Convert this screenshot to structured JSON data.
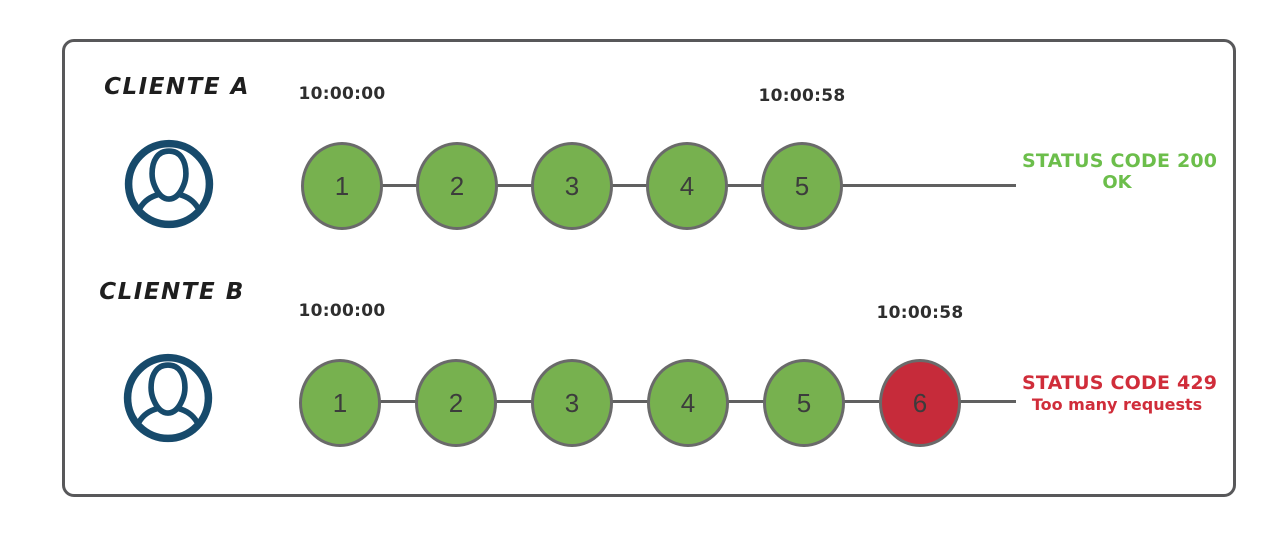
{
  "diagram_title": "rate-limit-clients-diagram",
  "colors": {
    "request_ok_fill": "#77b14f",
    "request_blocked_fill": "#c62b3a",
    "circle_border": "#6a6a6a",
    "connector_line": "#606060",
    "frame_border": "#58585a",
    "status_ok_text": "#6cbe4b",
    "status_error_text": "#d02d3a",
    "avatar_navy": "#174a6b",
    "time_text": "#2e2e2e"
  },
  "rows": [
    {
      "client": "CLIENTE A",
      "start_time": "10:00:00",
      "end_time": "10:00:58",
      "requests": [
        {
          "label": "1",
          "result": "accepted"
        },
        {
          "label": "2",
          "result": "accepted"
        },
        {
          "label": "3",
          "result": "accepted"
        },
        {
          "label": "4",
          "result": "accepted"
        },
        {
          "label": "5",
          "result": "accepted"
        }
      ],
      "status_line1": "STATUS CODE 200",
      "status_line2": "OK",
      "status_type": "success"
    },
    {
      "client": "CLIENTE B",
      "start_time": "10:00:00",
      "end_time": "10:00:58",
      "requests": [
        {
          "label": "1",
          "result": "accepted"
        },
        {
          "label": "2",
          "result": "accepted"
        },
        {
          "label": "3",
          "result": "accepted"
        },
        {
          "label": "4",
          "result": "accepted"
        },
        {
          "label": "5",
          "result": "accepted"
        },
        {
          "label": "6",
          "result": "rejected"
        }
      ],
      "status_line1": "STATUS CODE 429",
      "status_line2": "Too many requests",
      "status_type": "error"
    }
  ]
}
